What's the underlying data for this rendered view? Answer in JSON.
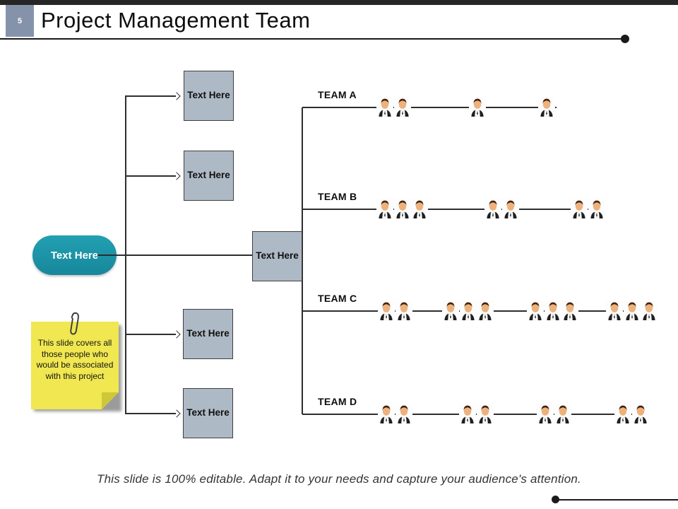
{
  "slide": {
    "number": "5",
    "title": "Project Management Team",
    "footer": "This slide is 100% editable. Adapt it to your needs and capture your audience's attention."
  },
  "org": {
    "root": {
      "label": "Text Here"
    },
    "hub": {
      "label": "Text Here"
    },
    "left_boxes": [
      {
        "label": "Text Here"
      },
      {
        "label": "Text Here"
      },
      {
        "label": "Text Here"
      },
      {
        "label": "Text Here"
      }
    ],
    "teams": [
      {
        "label": "TEAM A",
        "groups": [
          2,
          1,
          1
        ],
        "member_count": 4
      },
      {
        "label": "TEAM B",
        "groups": [
          3,
          2,
          2
        ],
        "member_count": 7
      },
      {
        "label": "TEAM C",
        "groups": [
          2,
          3,
          3,
          3
        ],
        "member_count": 11
      },
      {
        "label": "TEAM D",
        "groups": [
          2,
          2,
          2,
          2
        ],
        "member_count": 8
      }
    ]
  },
  "note": {
    "text": "This slide covers all those people who would be associated with this project"
  },
  "icons": {
    "person": "person-icon",
    "paperclip": "paperclip-icon"
  },
  "colors": {
    "teal_accent": "#1d96a8",
    "box_fill": "#aeb9c6",
    "number_box": "#8593aa",
    "note_yellow": "#f0e751",
    "line": "#2e2e2e",
    "top_bar": "#262626"
  }
}
